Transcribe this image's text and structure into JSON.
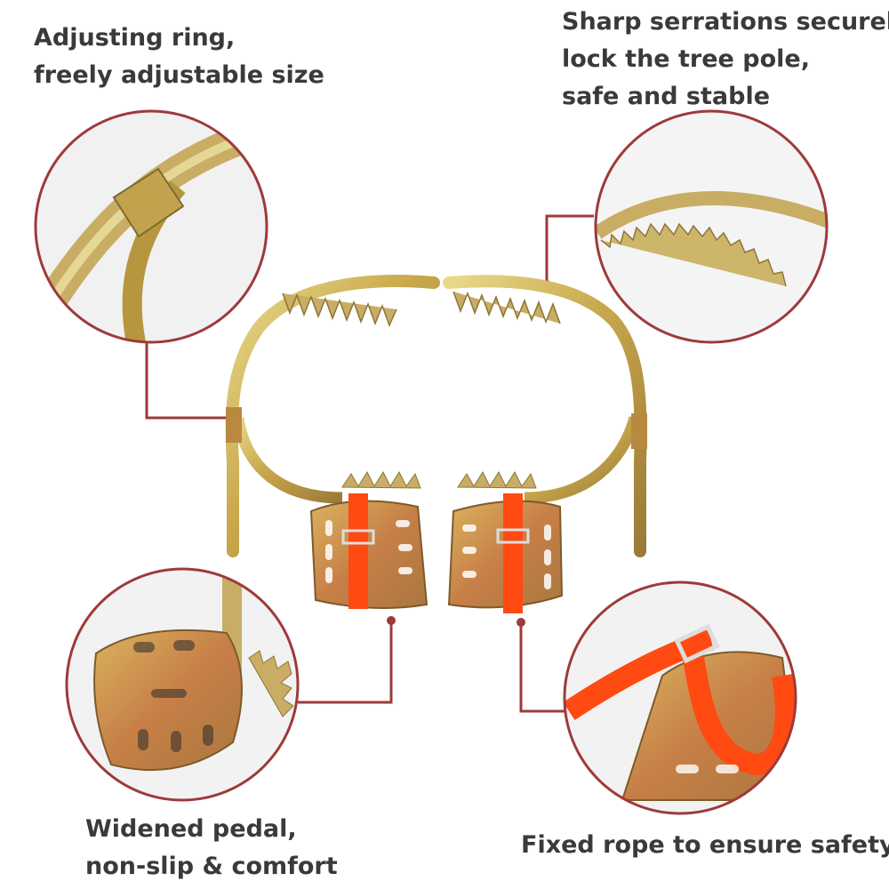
{
  "captions": {
    "top_left": [
      "Adjusting ring,",
      "freely adjustable size"
    ],
    "top_right": [
      "Sharp serrations securely",
      "lock the tree pole,",
      "safe and stable"
    ],
    "bottom_left": [
      "Widened pedal,",
      "non-slip & comfort"
    ],
    "bottom_right": [
      "Fixed rope to ensure safety"
    ]
  },
  "colors": {
    "callout": "#9e3a3a",
    "metal": "#c9a84c",
    "strap": "#ff4a12",
    "text": "#3a3a3a"
  }
}
